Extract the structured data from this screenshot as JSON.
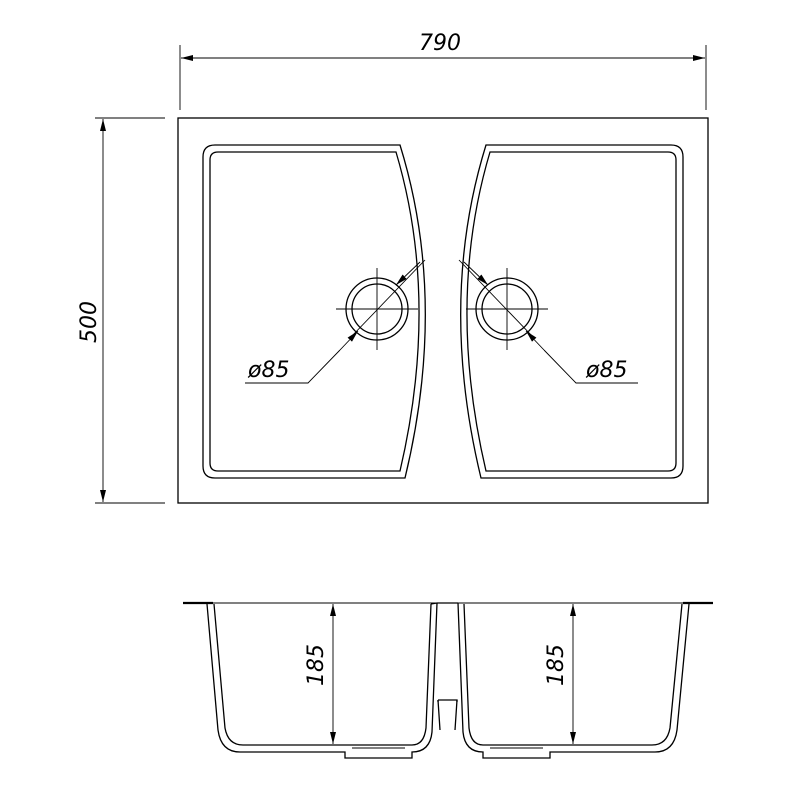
{
  "dimensions": {
    "width": "790",
    "depth": "500",
    "drain_left": "ø85",
    "drain_right": "ø85",
    "bowl_depth_left": "185",
    "bowl_depth_right": "185"
  }
}
